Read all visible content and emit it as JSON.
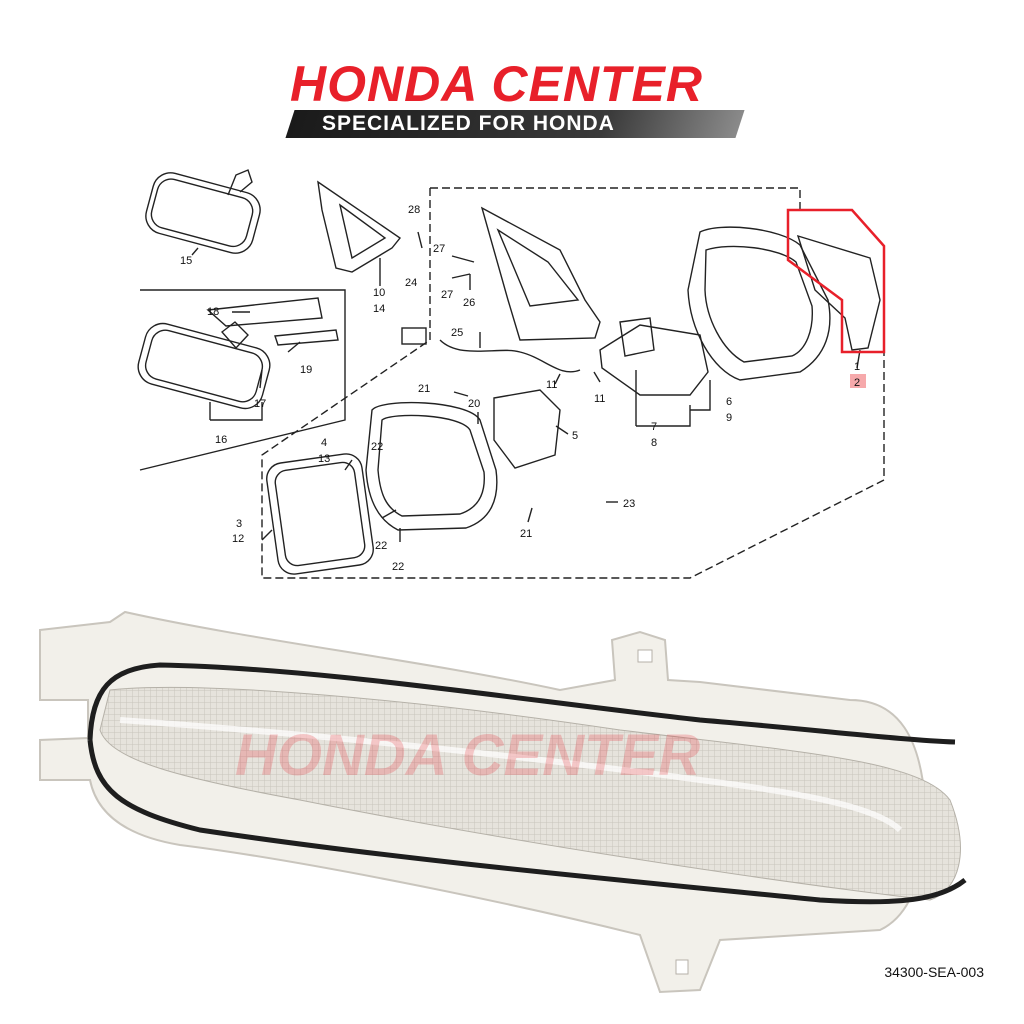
{
  "header": {
    "title": "HONDA CENTER",
    "subtitle": "SPECIALIZED FOR HONDA"
  },
  "diagram": {
    "callouts": [
      "15",
      "10",
      "14",
      "24",
      "28",
      "27",
      "27",
      "26",
      "18",
      "19",
      "17",
      "16",
      "25",
      "21",
      "20",
      "11",
      "11",
      "5",
      "7",
      "8",
      "6",
      "9",
      "4",
      "13",
      "22",
      "22",
      "22",
      "3",
      "12",
      "23",
      "21",
      "1",
      "2"
    ],
    "highlighted_callout": "2"
  },
  "photo": {
    "watermark": "HONDA CENTER"
  },
  "part_number": "34300-SEA-003",
  "colors": {
    "brand_red": "#e8202a",
    "bar_dark": "#1a1a1a",
    "highlight_box": "#e8202a"
  }
}
